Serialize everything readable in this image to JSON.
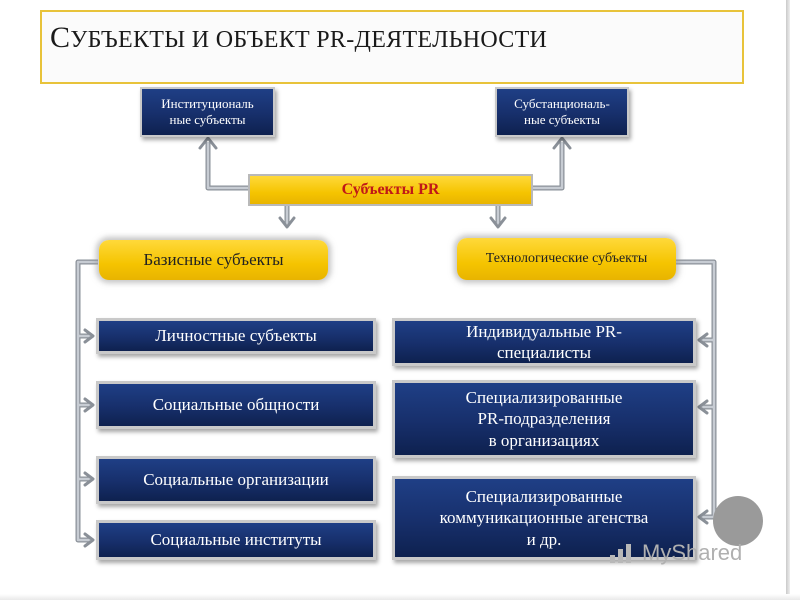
{
  "title": {
    "first_letter": "С",
    "rest": "УБЪЕКТЫ И ОБЪЕКТ PR-ДЕЯТЕЛЬНОСТИ"
  },
  "top": {
    "institutional": [
      "Институциональ",
      "ные субъекты"
    ],
    "substantial": [
      "Субстанциональ-",
      "ные субъекты"
    ]
  },
  "center": {
    "label": "Субъекты PR"
  },
  "basic": {
    "label": "Базисные субъекты",
    "items": [
      "Личностные  субъекты",
      "Социальные общности",
      "Социальные организации",
      "Социальные институты"
    ]
  },
  "tech": {
    "label": [
      "Технологические",
      "субъекты"
    ],
    "items": [
      [
        "Индивидуальные PR-",
        "специалисты"
      ],
      [
        "Специализированные",
        "PR-подразделения",
        "в организациях"
      ],
      [
        "Специализированные",
        "коммуникационные агенства",
        "и др."
      ]
    ]
  },
  "watermark": {
    "text": "MyShared"
  },
  "colors": {
    "title_border": "#e8c33a",
    "box_blue": "#172f6b",
    "box_yellow": "#f5c400",
    "center_text": "#c01818",
    "connector": "#8a9098",
    "connector_fill": "#c7ccd3"
  }
}
